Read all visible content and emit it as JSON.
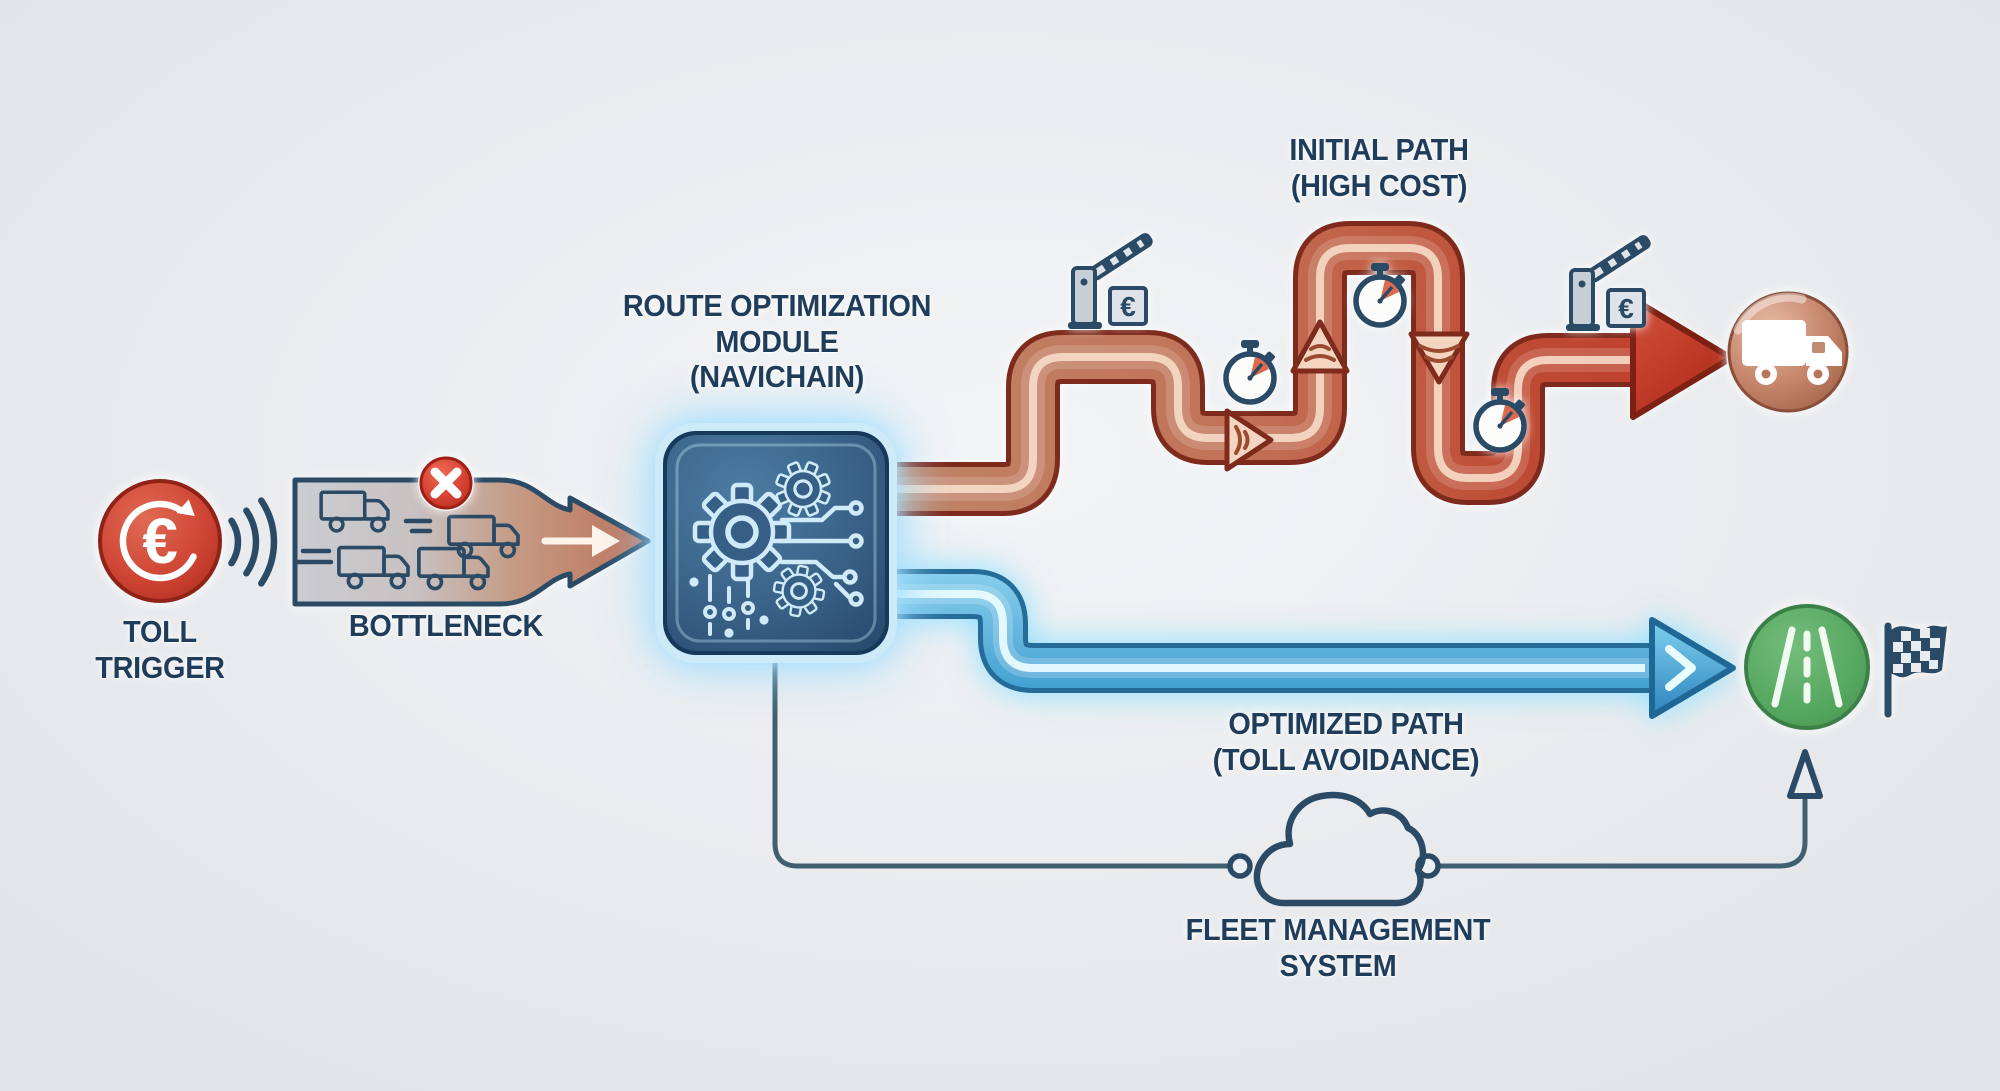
{
  "labels": {
    "toll_trigger": "TOLL\nTRIGGER",
    "bottleneck": "BOTTLENECK",
    "module": "ROUTE OPTIMIZATION\nMODULE\n(NAVICHAIN)",
    "initial_path": "INITIAL PATH\n(HIGH COST)",
    "optimized_path": "OPTIMIZED PATH\n(TOLL AVOIDANCE)",
    "fleet_system": "FLEET MANAGEMENT\nSYSTEM"
  },
  "symbols": {
    "currency": "€"
  },
  "nodes": {
    "toll_trigger": {
      "icon": "euro-cycle-icon",
      "badge_color": "#c8392b"
    },
    "bottleneck": {
      "icon": "truck-jam-funnel-icon",
      "alert_icon": "x-badge-icon",
      "truck_count": 4
    },
    "module": {
      "icon": "gears-circuit-icon",
      "box_color": "#35608a"
    },
    "fleet_system": {
      "icon": "cloud-icon"
    }
  },
  "paths": {
    "initial": {
      "color": "#c0392b",
      "start_color": "#c58a70",
      "toll_gate_count": 2,
      "stopwatch_count": 3,
      "destination_icon": "truck-badge-icon",
      "destination_color": "#b9755c"
    },
    "optimized": {
      "color": "#3fa0d4",
      "destination_icon": "road-badge-icon",
      "destination_color": "#55a75f",
      "finish_icon": "checkered-flag-icon"
    }
  },
  "colors": {
    "background": "#e9ebee",
    "text": "#1f3c5a",
    "outline_navy": "#2b4a66",
    "red_path": "#c0392b",
    "salmon": "#c58a70",
    "blue_path": "#3fa0d4",
    "module_blue": "#35608a",
    "green": "#55a75f",
    "bronze": "#b9755c",
    "alert_red": "#d63a2a"
  }
}
